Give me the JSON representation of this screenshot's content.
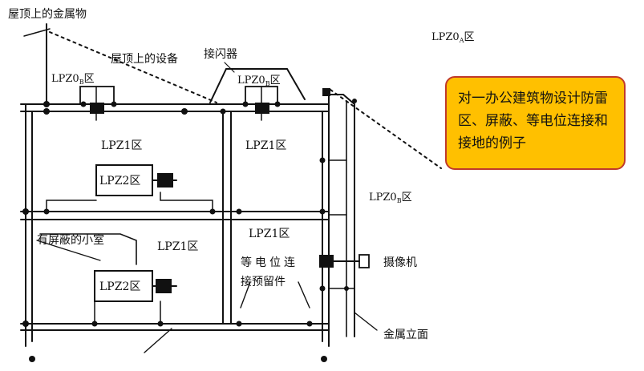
{
  "labels": {
    "roof_metal": "屋顶上的金属物",
    "roof_equipment": "屋顶上的设备",
    "arrester": "接闪器",
    "lpz0a": "LPZ0",
    "lpz0a_sub": "A",
    "lpz0b_left": "LPZ0",
    "lpz0b_left_sub": "B",
    "lpz0b_top": "LPZ0",
    "lpz0b_top_sub": "B",
    "lpz0b_right": "LPZ0",
    "lpz0b_right_sub": "B",
    "zone_suffix": "区",
    "lpz1_a": "LPZ1区",
    "lpz1_b": "LPZ1区",
    "lpz1_c": "LPZ1区",
    "lpz1_d": "LPZ1区",
    "lpz2_a": "LPZ2区",
    "lpz2_b": "LPZ2区",
    "shielded_room": "有屏蔽的小室",
    "bonding_line1": "等电位连",
    "bonding_line2": "接预留件",
    "camera": "摄像机",
    "metal_facade": "金属立面"
  },
  "callout": {
    "text": "对一办公建筑物设计防雷区、屏蔽、等电位连接和接地的例子"
  },
  "colors": {
    "line": "#111111",
    "callout_fill": "#ffc000",
    "callout_border": "#c0392b"
  }
}
